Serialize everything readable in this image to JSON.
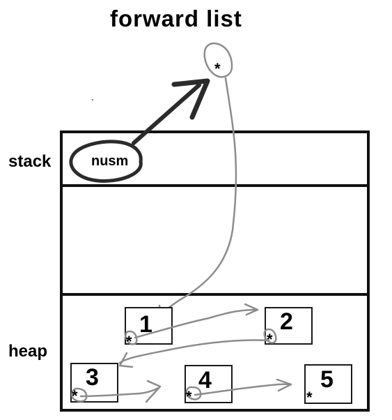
{
  "diagram": {
    "title": "forward list",
    "sections": {
      "stack_label": "stack",
      "heap_label": "heap"
    },
    "stack_variable": "nusm",
    "pointer_symbol": "*",
    "nodes": [
      {
        "label": "1"
      },
      {
        "label": "2"
      },
      {
        "label": "3"
      },
      {
        "label": "4"
      },
      {
        "label": "5"
      }
    ]
  },
  "colors": {
    "ink": "#000000",
    "sketch_gray": "#8c8c8c",
    "dark_stroke": "#2b2b2b"
  }
}
